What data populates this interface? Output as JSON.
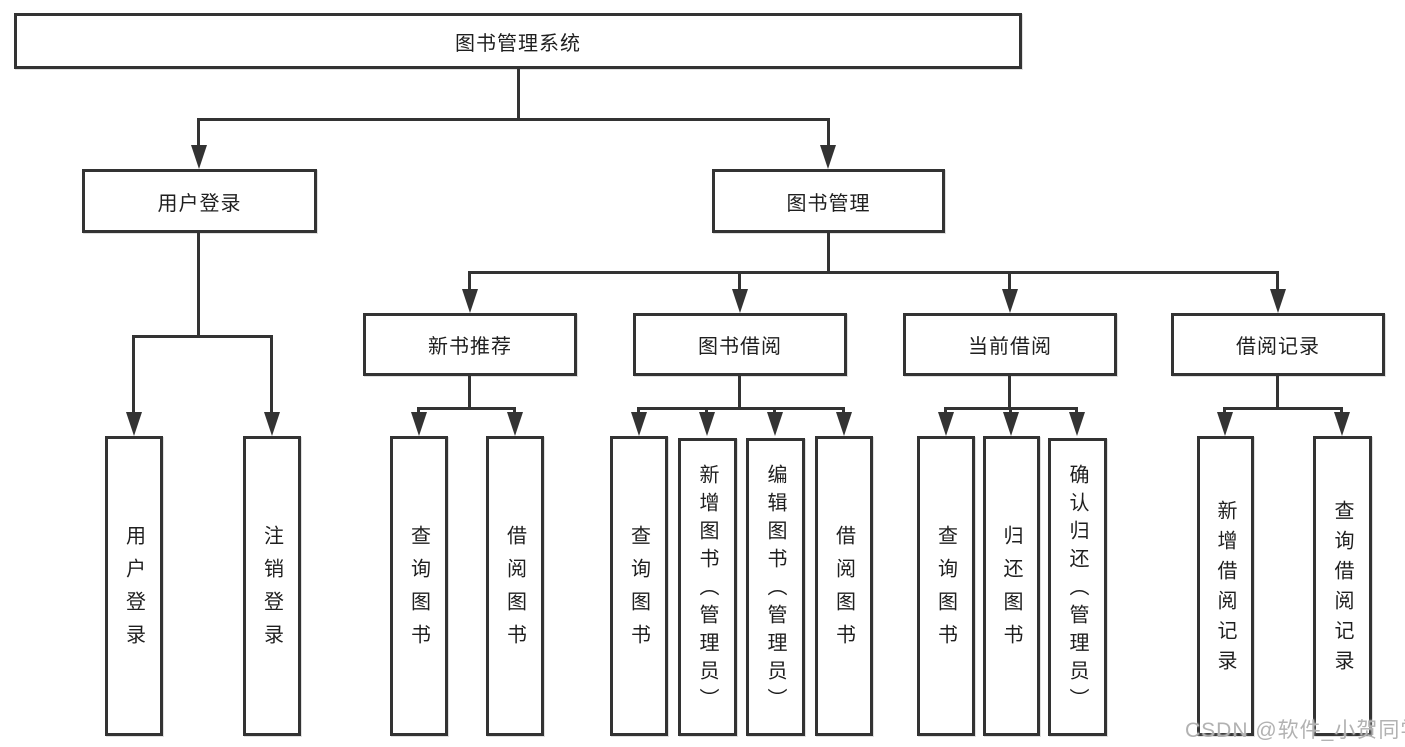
{
  "diagram": {
    "root": {
      "label": "图书管理系统"
    },
    "branches": [
      {
        "label": "用户登录",
        "children": [
          {
            "label": "用户登录"
          },
          {
            "label": "注销登录"
          }
        ]
      },
      {
        "label": "图书管理",
        "children": [
          {
            "label": "新书推荐",
            "children": [
              {
                "label": "查询图书"
              },
              {
                "label": "借阅图书"
              }
            ]
          },
          {
            "label": "图书借阅",
            "children": [
              {
                "label": "查询图书"
              },
              {
                "label": "新增图书（管理员）"
              },
              {
                "label": "编辑图书（管理员）"
              },
              {
                "label": "借阅图书"
              }
            ]
          },
          {
            "label": "当前借阅",
            "children": [
              {
                "label": "查询图书"
              },
              {
                "label": "归还图书"
              },
              {
                "label": "确认归还（管理员）"
              }
            ]
          },
          {
            "label": "借阅记录",
            "children": [
              {
                "label": "新增借阅记录"
              },
              {
                "label": "查询借阅记录"
              }
            ]
          }
        ]
      }
    ]
  },
  "watermark": {
    "text": "CSDN @软件_小贺同学"
  },
  "colors": {
    "line": "#333333",
    "text": "#1f1f1f",
    "watermark": "#b2b2b2",
    "background": "#ffffff"
  }
}
